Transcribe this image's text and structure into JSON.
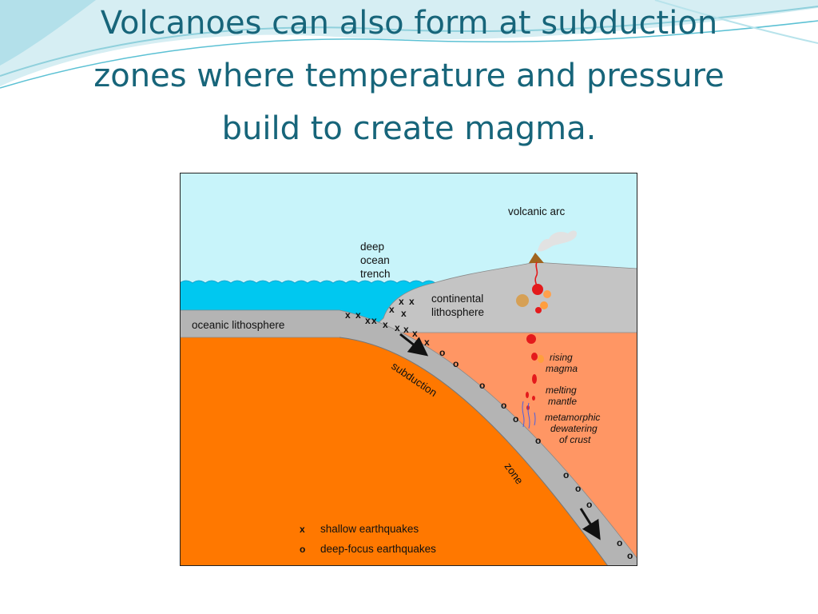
{
  "slide": {
    "title_lines": [
      "Volcanoes can also form at subduction",
      "zones where temperature and pressure",
      "build to create magma."
    ]
  },
  "diagram": {
    "labels": {
      "volcanic_arc": "volcanic arc",
      "deep_ocean_trench": [
        "deep",
        "ocean",
        "trench"
      ],
      "continental_lithosphere": [
        "continental",
        "lithosphere"
      ],
      "oceanic_lithosphere": "oceanic lithosphere",
      "subduction": "subduction",
      "zone": "zone",
      "rising_magma": [
        "rising",
        "magma"
      ],
      "melting_mantle": [
        "melting",
        "mantle"
      ],
      "metamorphic_dewatering": [
        "metamorphic",
        "dewatering",
        "of crust"
      ]
    },
    "legend": {
      "shallow": {
        "symbol": "x",
        "label": "shallow earthquakes"
      },
      "deep": {
        "symbol": "o",
        "label": "deep-focus earthquakes"
      }
    },
    "colors": {
      "ocean": "#00c8f0",
      "sky": "#c8f4fa",
      "lithosphere": "#b4b4b4",
      "mantle": "#ff7800",
      "wedge": "#ff9664",
      "magma": "#e41a1c",
      "title": "#17657a"
    }
  }
}
